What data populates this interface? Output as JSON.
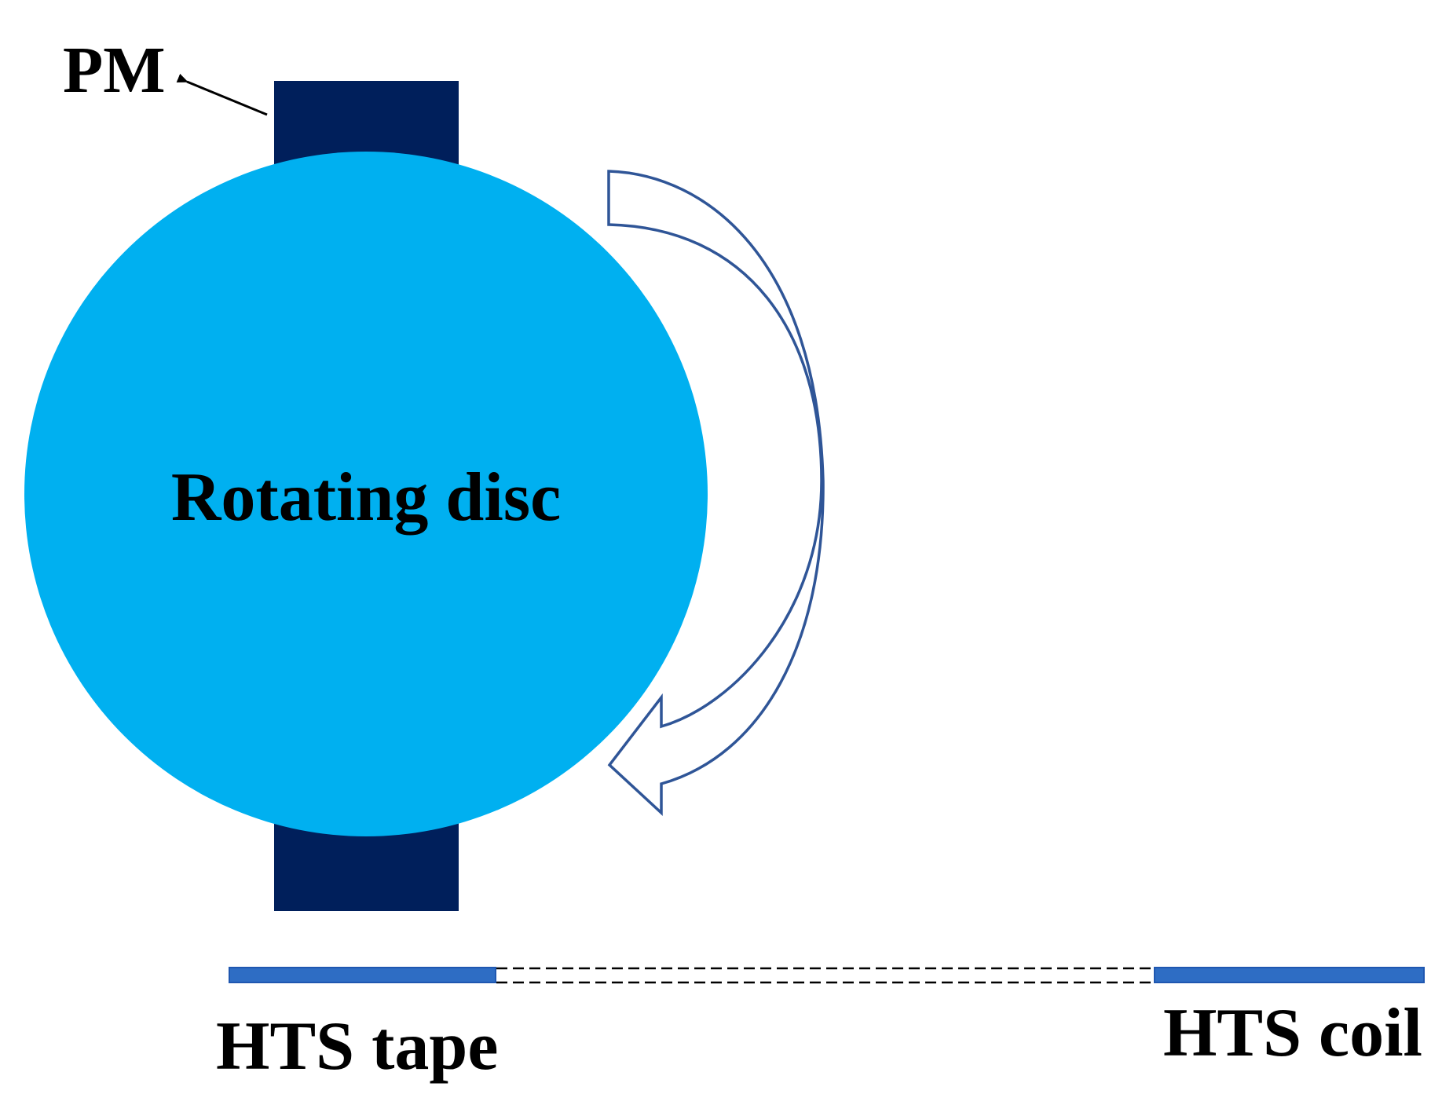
{
  "labels": {
    "pm": "PM",
    "disc": "Rotating disc",
    "tape": "HTS tape",
    "coil": "HTS coil"
  },
  "colors": {
    "magnet": "#001F5B",
    "disc": "#00B0F0",
    "arrow_outline": "#2F5597",
    "tape": "#2E6DC4",
    "tape_edge": "#1F57B0",
    "text": "#000000",
    "connector": "#000000"
  },
  "icons": {
    "rotation": "curved-rotation-arrow-icon",
    "pointer": "pointer-arrow-icon"
  }
}
